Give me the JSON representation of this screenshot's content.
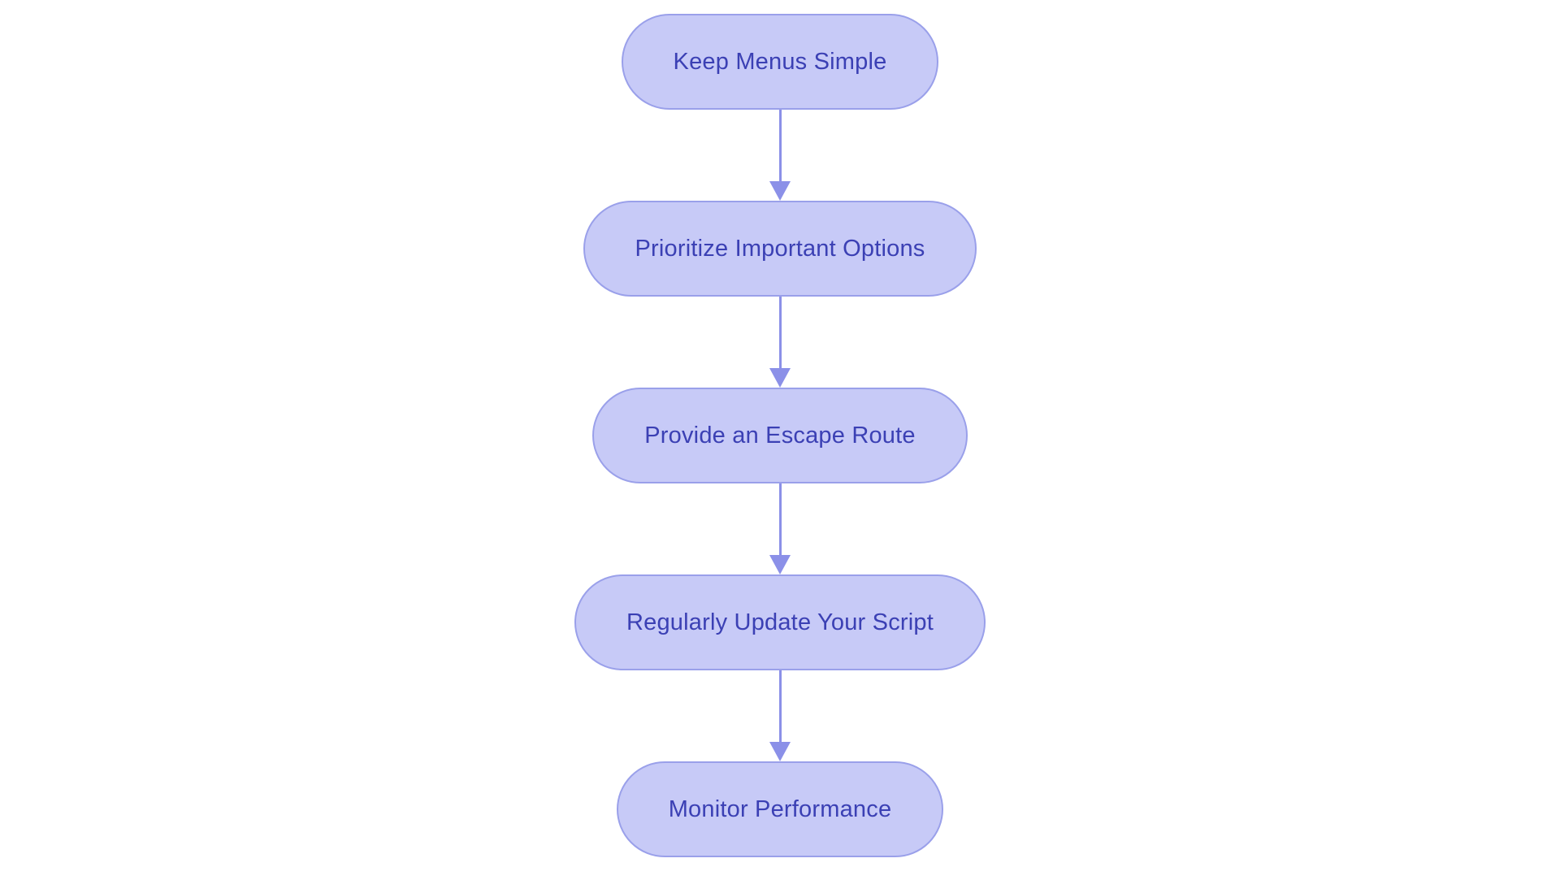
{
  "diagram": {
    "type": "flowchart",
    "direction": "top-down",
    "nodes": [
      {
        "id": 1,
        "label": "Keep Menus Simple"
      },
      {
        "id": 2,
        "label": "Prioritize Important Options"
      },
      {
        "id": 3,
        "label": "Provide an Escape Route"
      },
      {
        "id": 4,
        "label": "Regularly Update Your Script"
      },
      {
        "id": 5,
        "label": "Monitor Performance"
      }
    ],
    "edges": [
      {
        "from": 1,
        "to": 2
      },
      {
        "from": 2,
        "to": 3
      },
      {
        "from": 3,
        "to": 4
      },
      {
        "from": 4,
        "to": 5
      }
    ]
  },
  "colors": {
    "node_fill": "#c7caf7",
    "node_border": "#9aa0ea",
    "node_text": "#3b40b4",
    "arrow_color": "#8b90e8",
    "canvas_bg": "#ffffff"
  }
}
